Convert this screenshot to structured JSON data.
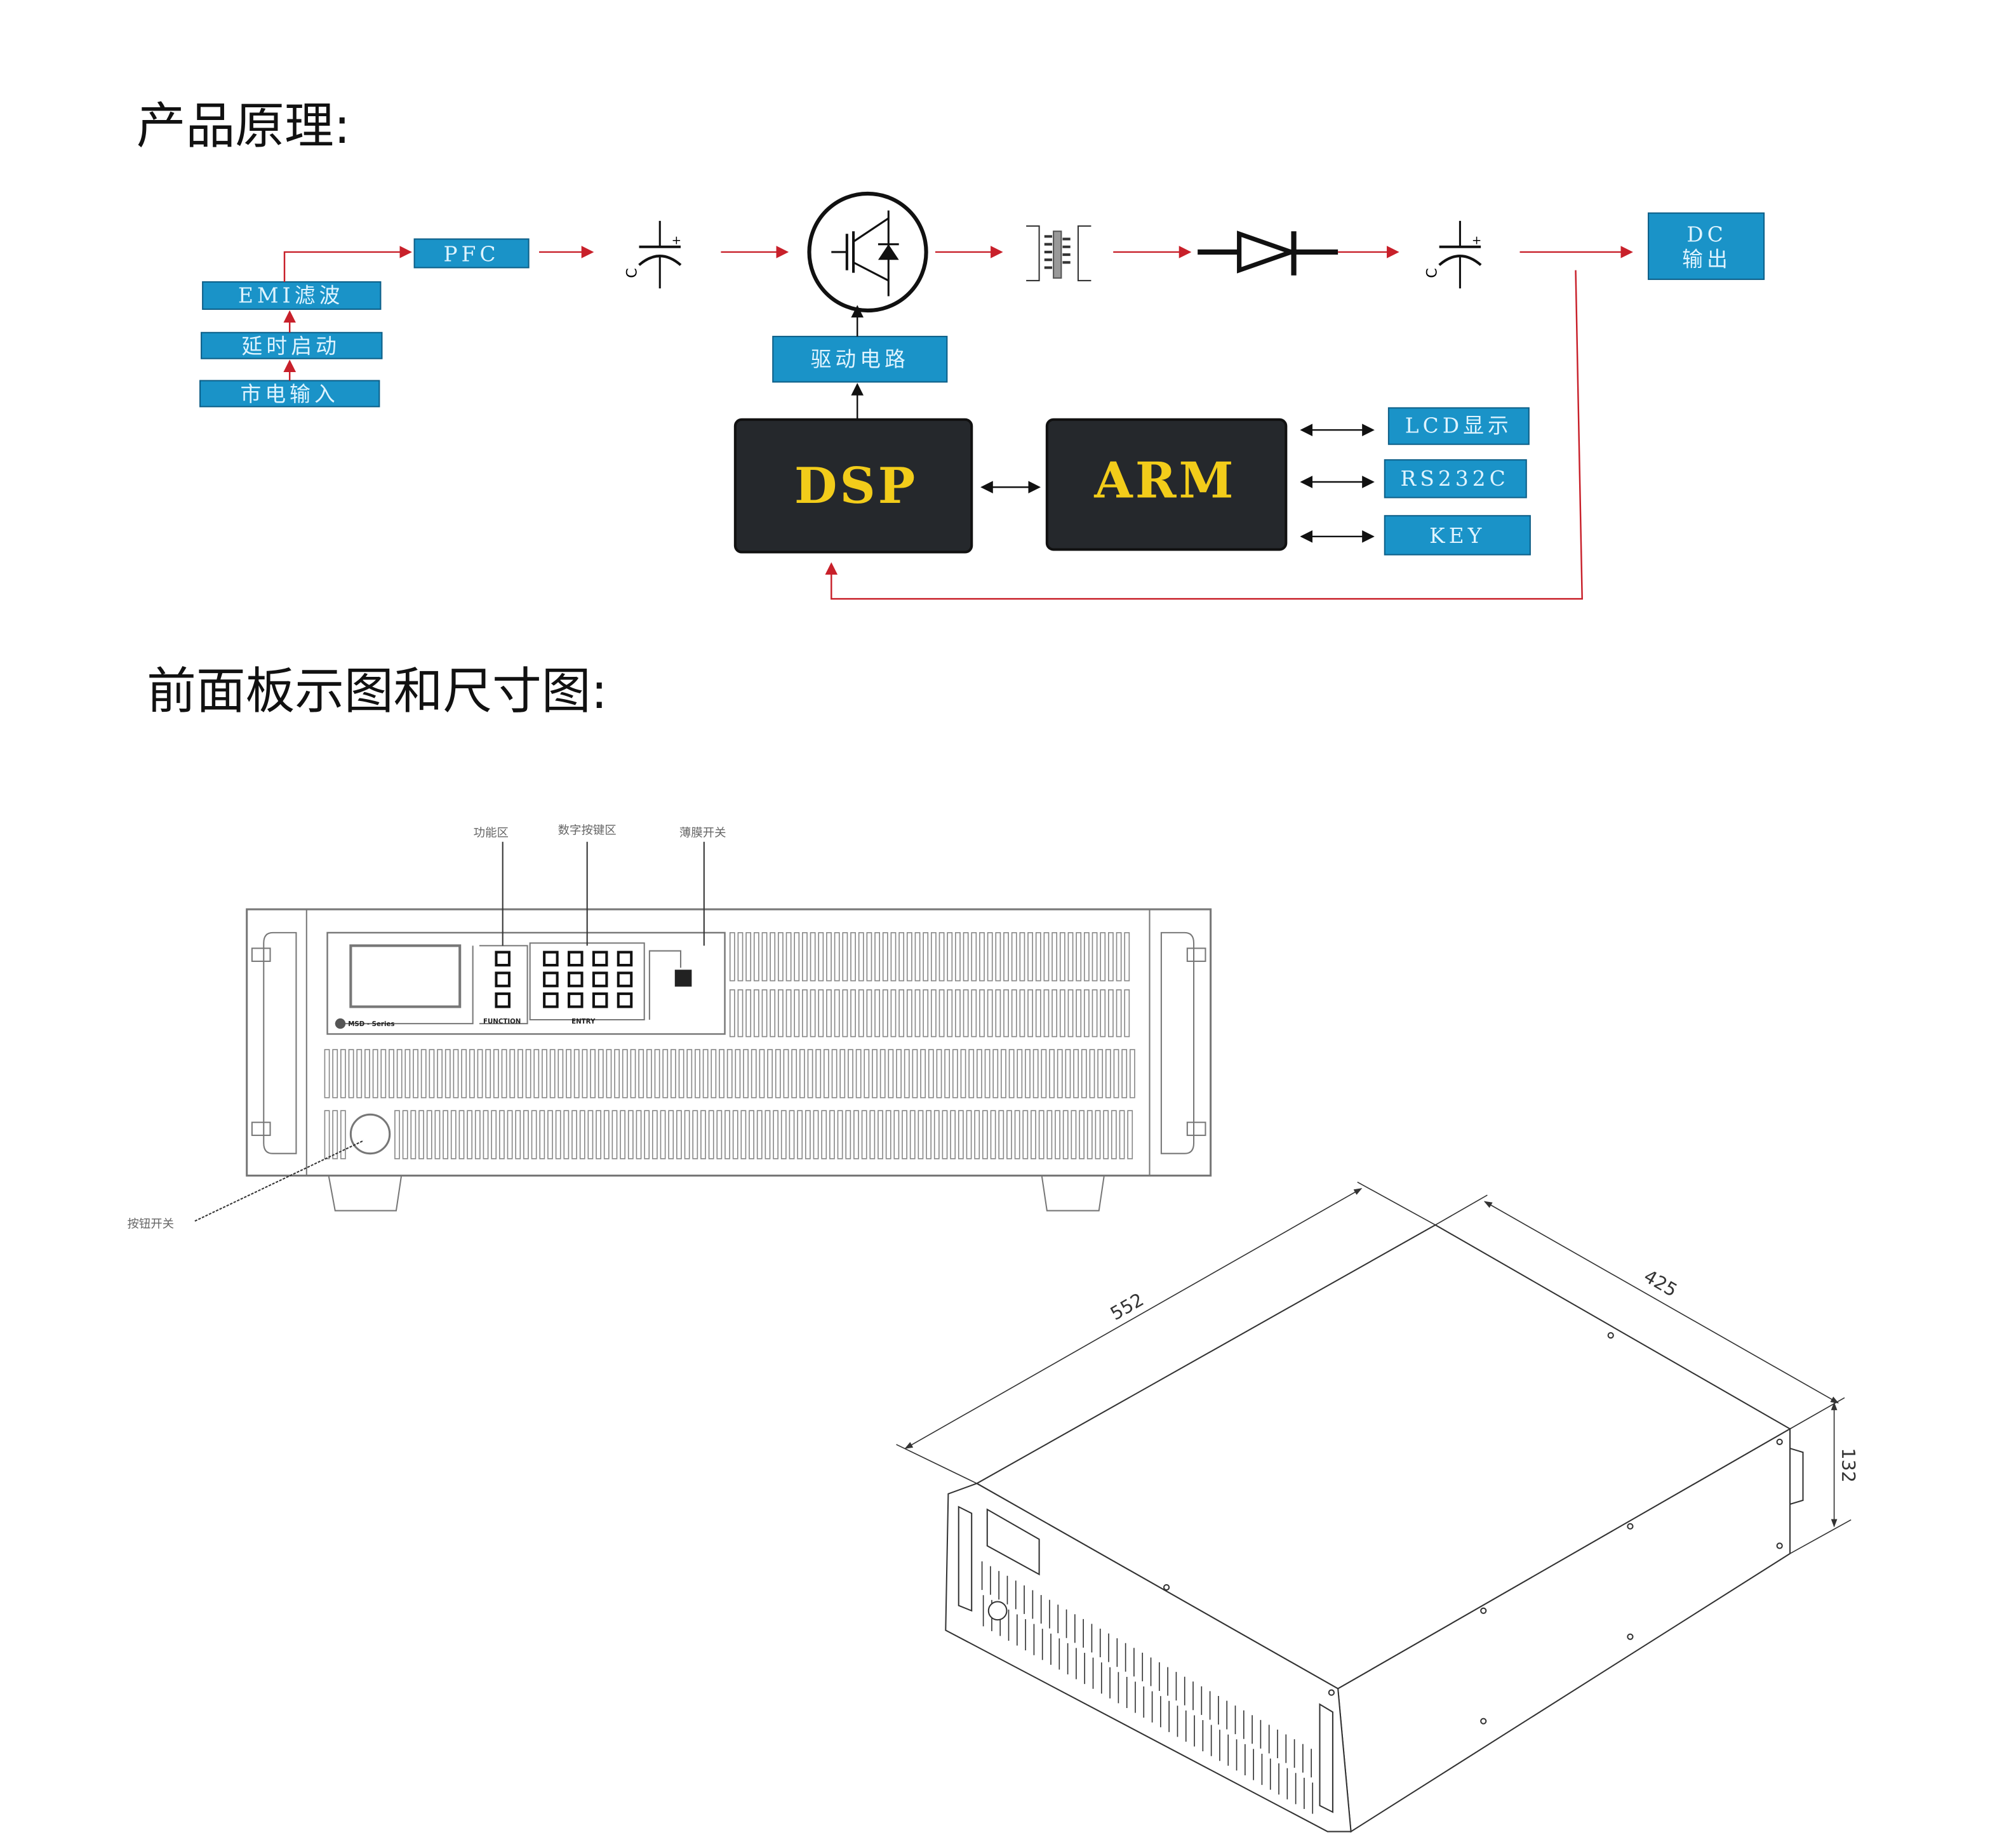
{
  "sections": {
    "principle_title": "产品原理:",
    "panel_title": "前面板示图和尺寸图:"
  },
  "block_diagram": {
    "blocks": {
      "emi": "EMI滤波",
      "delay": "延时启动",
      "mains": "市电输入",
      "pfc": "PFC",
      "driver": "驱动电路",
      "dc_out_line1": "DC",
      "dc_out_line2": "输出",
      "dsp": "DSP",
      "arm": "ARM",
      "lcd": "LCD显示",
      "rs232": "RS232C",
      "key": "KEY"
    },
    "capacitor_label": "C",
    "colors": {
      "block": "#1a93c8",
      "chip": "#25282c",
      "chip_text": "#f2cc1a",
      "flow_arrow": "#c8202a",
      "control_arrow": "#111111"
    }
  },
  "front_panel": {
    "callouts": {
      "function_area": "功能区",
      "numeric_keys": "数字按键区",
      "membrane_switch": "薄膜开关",
      "button_switch": "按钮开关"
    },
    "panel_text": {
      "logo": "MSD - Series",
      "function": "FUNCTION",
      "entry": "ENTRY"
    }
  },
  "dimensions": {
    "length": "552",
    "depth": "425",
    "height": "132"
  }
}
